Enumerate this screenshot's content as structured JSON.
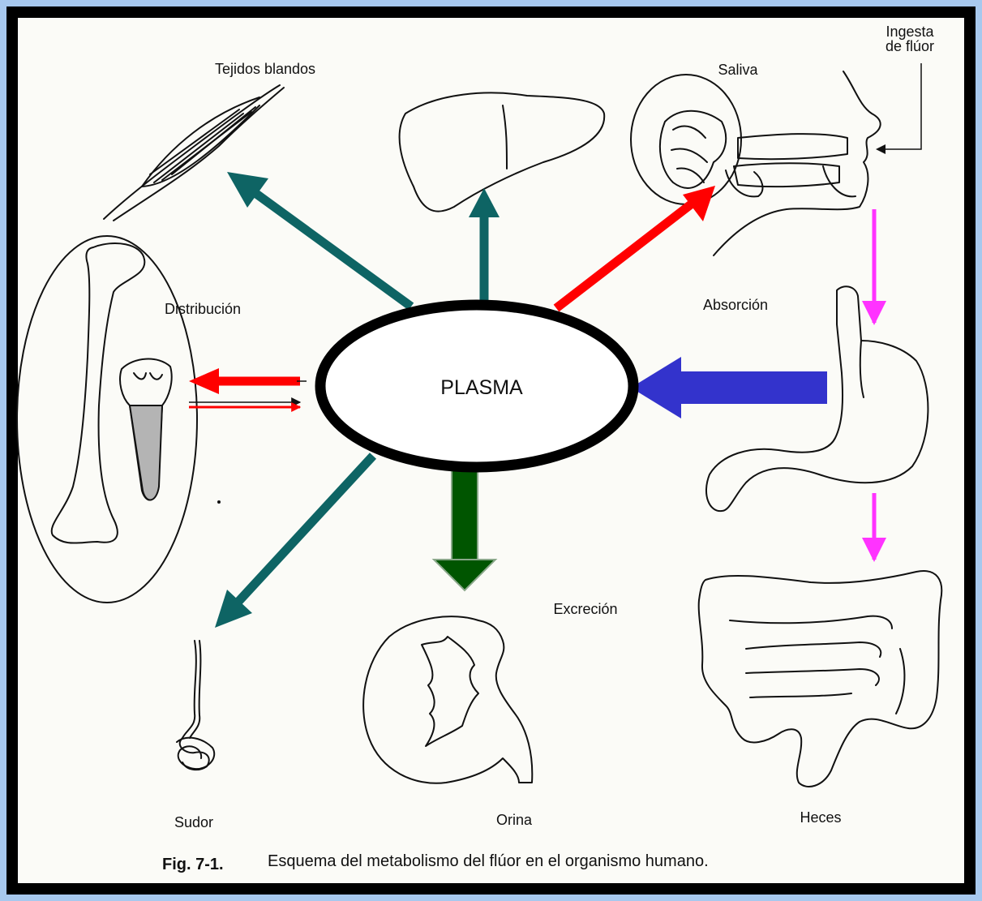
{
  "labels": {
    "soft_tissue": "Tejidos blandos",
    "saliva": "Saliva",
    "intake_line1": "Ingesta",
    "intake_line2": "de flúor",
    "distribution": "Distribución",
    "absorption": "Absorción",
    "plasma": "PLASMA",
    "excretion": "Excreción",
    "sweat": "Sudor",
    "urine": "Orina",
    "feces": "Heces"
  },
  "caption": {
    "number": "Fig. 7-1.",
    "text": "Esquema del metabolismo del flúor en el organismo humano."
  },
  "colors": {
    "teal": "#0e6464",
    "red": "#ff0000",
    "blue": "#3333cc",
    "green": "#005500",
    "magenta": "#ff33ff",
    "ink": "#111111"
  }
}
